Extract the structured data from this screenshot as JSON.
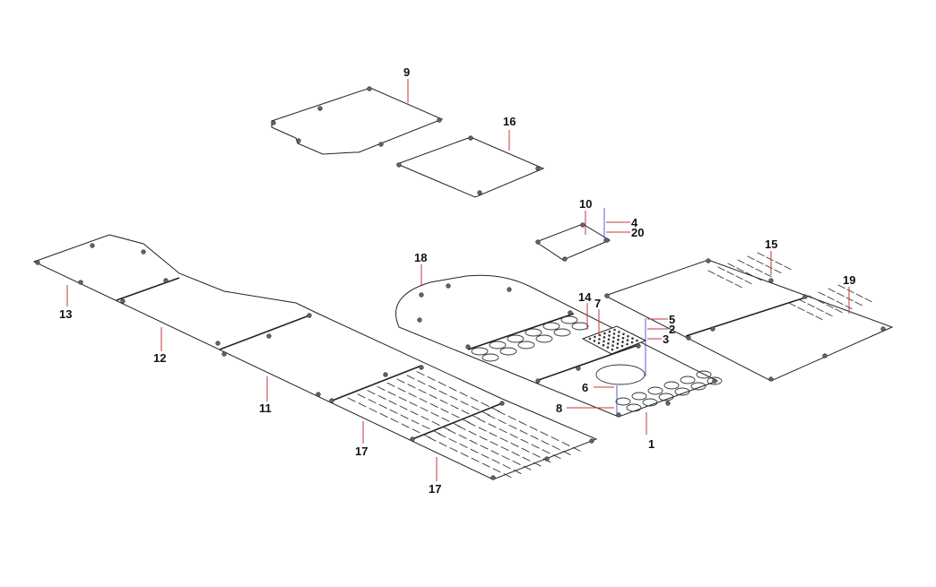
{
  "title": "Floor panel exploded parts diagram",
  "callouts": [
    "1",
    "2",
    "3",
    "4",
    "5",
    "6",
    "7",
    "8",
    "9",
    "10",
    "11",
    "12",
    "13",
    "14",
    "15",
    "16",
    "17",
    "17",
    "18",
    "19",
    "20"
  ],
  "colors": {
    "leader": "#c0393b",
    "outline": "#222222"
  }
}
